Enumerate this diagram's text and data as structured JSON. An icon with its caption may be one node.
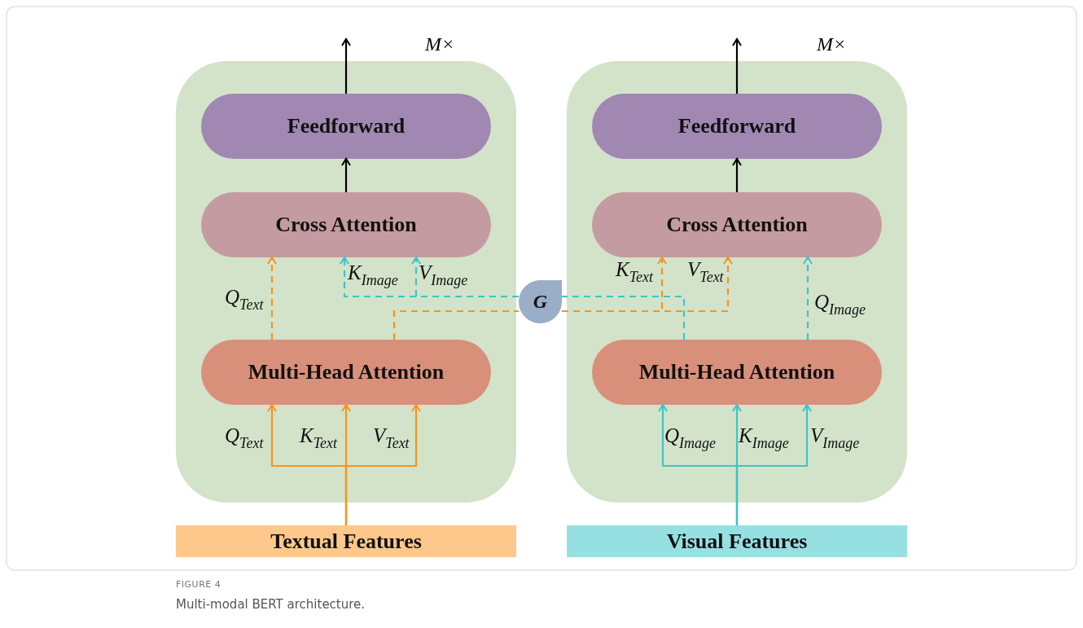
{
  "diagram": {
    "title": "FIGURE 4",
    "caption": "Multi-modal BERT architecture.",
    "nodes": [
      {
        "text": [],
        "shape": "box",
        "beside": [
          "M×"
        ]
      },
      {
        "text": [
          "Feedforward"
        ],
        "in": 0
      },
      {
        "text": [
          "Cross Attention"
        ],
        "in": 0
      },
      {
        "text": [
          "Multi-Head Attention"
        ],
        "in": 0
      },
      {
        "text": [],
        "shape": "box",
        "beside": [
          "M×"
        ]
      },
      {
        "text": [
          "Feedforward"
        ],
        "in": 4
      },
      {
        "text": [
          "Cross Attention"
        ],
        "in": 4
      },
      {
        "text": [
          "Multi-Head Attention"
        ],
        "in": 4
      },
      {
        "text": [
          "G"
        ]
      },
      {
        "text": [
          "Textual Features"
        ]
      },
      {
        "text": [
          "Visual Features"
        ]
      }
    ],
    "edges": [
      {
        "from": 1,
        "to": null,
        "arrow": "to",
        "color": "#000000"
      },
      {
        "from": 2,
        "to": 1,
        "arrow": "to",
        "color": "#000000"
      },
      {
        "from": 3,
        "to": 2,
        "arrow": "to",
        "label": "Q$_{Text}$",
        "style": "dashed",
        "color": "#f7941d"
      },
      {
        "from": 3,
        "to": 8,
        "arrow": "none",
        "style": "dashed",
        "color": "#f7941d"
      },
      {
        "from": 8,
        "to": 2,
        "arrow": "to",
        "label": "K$_{Image}$",
        "style": "dashed",
        "color": "#3cc4c8"
      },
      {
        "from": 8,
        "to": 2,
        "arrow": "to",
        "label": "V$_{Image}$",
        "style": "dashed",
        "color": "#3cc4c8"
      },
      {
        "from": 9,
        "to": 3,
        "arrow": "to",
        "label": "Q$_{Text}$",
        "color": "#f7941d"
      },
      {
        "from": 9,
        "to": 3,
        "arrow": "to",
        "label": "K$_{Text}$",
        "color": "#f7941d"
      },
      {
        "from": 9,
        "to": 3,
        "arrow": "to",
        "label": "V$_{Text}$",
        "color": "#f7941d"
      },
      {
        "from": 5,
        "to": null,
        "arrow": "to",
        "color": "#000000"
      },
      {
        "from": 6,
        "to": 5,
        "arrow": "to",
        "color": "#000000"
      },
      {
        "from": 7,
        "to": 8,
        "arrow": "none",
        "style": "dashed",
        "color": "#3cc4c8"
      },
      {
        "from": 8,
        "to": 6,
        "arrow": "to",
        "label": "K$_{Text}$",
        "style": "dashed",
        "color": "#f7941d"
      },
      {
        "from": 8,
        "to": 6,
        "arrow": "to",
        "label": "V$_{Text}$",
        "style": "dashed",
        "color": "#f7941d"
      },
      {
        "from": 7,
        "to": 6,
        "arrow": "to",
        "label": "Q$_{Image}$",
        "style": "dashed",
        "color": "#3cc4c8"
      },
      {
        "from": 10,
        "to": 7,
        "arrow": "to",
        "label": "Q$_{Image}$",
        "color": "#3cc4c8"
      },
      {
        "from": 10,
        "to": 7,
        "arrow": "to",
        "label": "K$_{Image}$",
        "color": "#3cc4c8"
      },
      {
        "from": 10,
        "to": 7,
        "arrow": "to",
        "label": "V$_{Image}$",
        "color": "#3cc4c8"
      }
    ]
  }
}
